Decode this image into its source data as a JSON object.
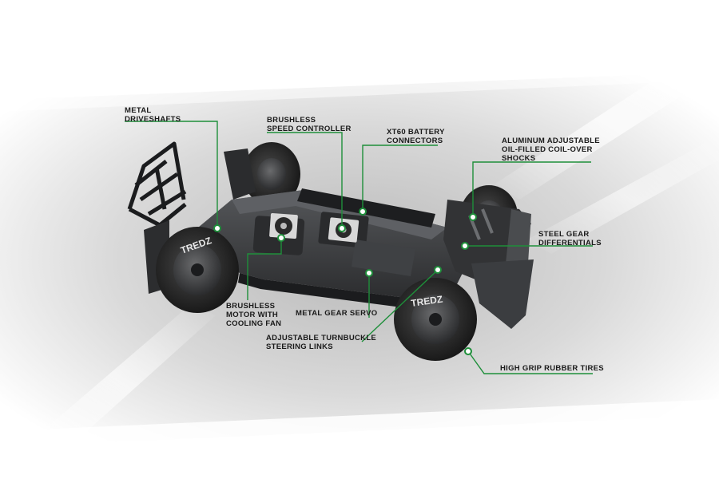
{
  "colors": {
    "accent": "#1e8f3a",
    "chassis": "#3a3b3d",
    "chassis_dark": "#1f2022",
    "tire": "#2a2a2a",
    "label_text": "#1a1a1a"
  },
  "tire_branding": "TREDZ",
  "callouts": [
    {
      "id": "metal-driveshafts",
      "text": "METAL\nDRIVESHAFTS"
    },
    {
      "id": "brushless-speed-controller",
      "text": "BRUSHLESS\nSPEED CONTROLLER"
    },
    {
      "id": "xt60-battery-connectors",
      "text": "XT60 BATTERY\nCONNECTORS"
    },
    {
      "id": "aluminum-shocks",
      "text": "ALUMINUM ADJUSTABLE\nOIL-FILLED COIL-OVER\nSHOCKS"
    },
    {
      "id": "steel-gear-differentials",
      "text": "STEEL GEAR\nDIFFERENTIALS"
    },
    {
      "id": "brushless-motor",
      "text": "BRUSHLESS\nMOTOR WITH\nCOOLING FAN"
    },
    {
      "id": "metal-gear-servo",
      "text": "METAL GEAR SERVO"
    },
    {
      "id": "turnbuckle-steering-links",
      "text": "ADJUSTABLE TURNBUCKLE\nSTEERING LINKS"
    },
    {
      "id": "high-grip-tires",
      "text": "HIGH GRIP RUBBER TIRES"
    }
  ]
}
